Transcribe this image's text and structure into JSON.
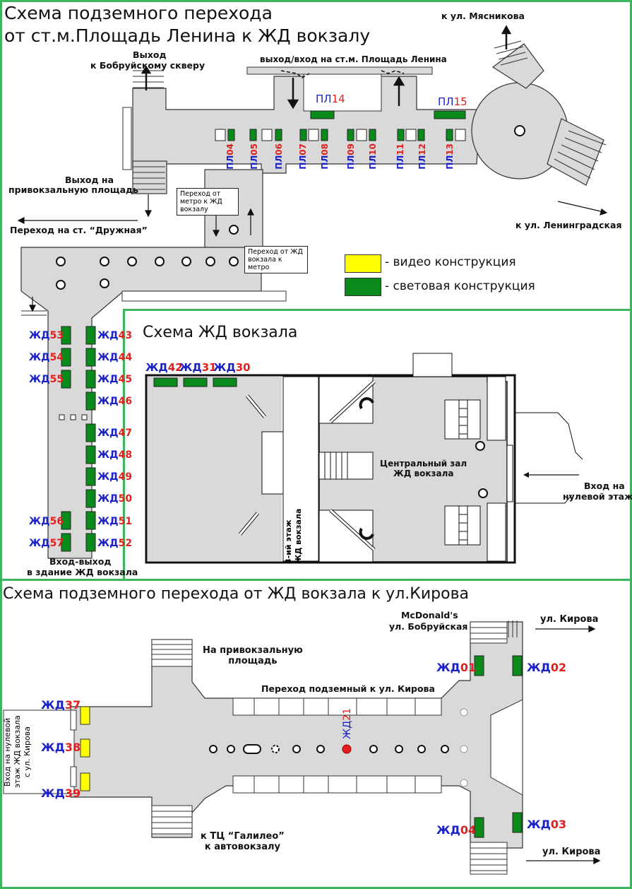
{
  "colors": {
    "video": "#ffff00",
    "light": "#0b8a1c",
    "floor": "#d9d9d9",
    "frame": "#3fb45f",
    "blue_code": "#1b22c8",
    "red_code": "#e0201d"
  },
  "section1": {
    "title_line1": "Схема подземного перехода",
    "title_line2": "от ст.м.Площадь Ленина к ЖД вокзалу",
    "labels": {
      "myasnikova": "к ул. Мясникова",
      "bobruisk_exit_1": "Выход",
      "bobruisk_exit_2": "к Бобруйскому скверу",
      "metro_exit": "выход/вход на ст.м. Площадь Ленина",
      "privokzal_1": "Выход на",
      "privokzal_2": "привокзальную площадь",
      "druzhnaya": "Переход на ст. “Дружная”",
      "leningradskaya": "к ул. Ленинградская",
      "to_station_box": "Переход от метро к ЖД вокзалу",
      "to_metro_box": "Переход от ЖД вокзала к метро",
      "entrance_1": "Вход-выход",
      "entrance_2": "в здание ЖД вокзала"
    },
    "pl_top": [
      {
        "prefix": "ПЛ",
        "num": "14"
      },
      {
        "prefix": "ПЛ",
        "num": "15"
      }
    ],
    "pl_row": [
      {
        "prefix": "ПЛ",
        "num": "04"
      },
      {
        "prefix": "ПЛ",
        "num": "05"
      },
      {
        "prefix": "ПЛ",
        "num": "06"
      },
      {
        "prefix": "ПЛ",
        "num": "07"
      },
      {
        "prefix": "ПЛ",
        "num": "08"
      },
      {
        "prefix": "ПЛ",
        "num": "09"
      },
      {
        "prefix": "ПЛ",
        "num": "10"
      },
      {
        "prefix": "ПЛ",
        "num": "11"
      },
      {
        "prefix": "ПЛ",
        "num": "12"
      },
      {
        "prefix": "ПЛ",
        "num": "13"
      }
    ],
    "zd_left": [
      {
        "prefix": "ЖД",
        "num": "53"
      },
      {
        "prefix": "ЖД",
        "num": "54"
      },
      {
        "prefix": "ЖД",
        "num": "55"
      },
      {
        "prefix": "ЖД",
        "num": "56"
      },
      {
        "prefix": "ЖД",
        "num": "57"
      }
    ],
    "zd_right": [
      {
        "prefix": "ЖД",
        "num": "43"
      },
      {
        "prefix": "ЖД",
        "num": "44"
      },
      {
        "prefix": "ЖД",
        "num": "45"
      },
      {
        "prefix": "ЖД",
        "num": "46"
      },
      {
        "prefix": "ЖД",
        "num": "47"
      },
      {
        "prefix": "ЖД",
        "num": "48"
      },
      {
        "prefix": "ЖД",
        "num": "49"
      },
      {
        "prefix": "ЖД",
        "num": "50"
      },
      {
        "prefix": "ЖД",
        "num": "51"
      },
      {
        "prefix": "ЖД",
        "num": "52"
      }
    ],
    "legend": {
      "video": "- видео конструкция",
      "light": "- световая конструкция"
    }
  },
  "section2": {
    "title": "Схема ЖД вокзала",
    "codes": [
      {
        "prefix": "ЖД",
        "num": "42"
      },
      {
        "prefix": "ЖД",
        "num": "31"
      },
      {
        "prefix": "ЖД",
        "num": "30"
      }
    ],
    "central_hall_1": "Центральный зал",
    "central_hall_2": "ЖД вокзала",
    "zero_floor_1": "Вход на",
    "zero_floor_2": "нулевой этаж",
    "third_floor_1": "3-ий этаж",
    "third_floor_2": "ЖД вокзала"
  },
  "section3": {
    "title": "Схема подземного перехода от ЖД вокзала к ул.Кирова",
    "labels": {
      "mcdonalds_1": "McDonald's",
      "mcdonalds_2": "ул. Бобруйская",
      "kirova_top": "ул. Кирова",
      "kirova_bottom": "ул. Кирова",
      "privokzal_1": "На привокзальную",
      "privokzal_2": "площадь",
      "tunnel": "Переход подземный к ул. Кирова",
      "galileo_1": "к ТЦ “Галилео”",
      "galileo_2": "к автовокзалу",
      "side_1": "Вход на нулевой",
      "side_2": "этаж ЖД вокзала",
      "side_3": "с ул. Кирова"
    },
    "codes": {
      "z01": {
        "prefix": "ЖД",
        "num": "01"
      },
      "z02": {
        "prefix": "ЖД",
        "num": "02"
      },
      "z03": {
        "prefix": "ЖД",
        "num": "03"
      },
      "z04": {
        "prefix": "ЖД",
        "num": "04"
      },
      "z21": {
        "prefix": "ЖД",
        "num": "21"
      },
      "z37": {
        "prefix": "ЖД",
        "num": "37"
      },
      "z38": {
        "prefix": "ЖД",
        "num": "38"
      },
      "z39": {
        "prefix": "ЖД",
        "num": "39"
      }
    }
  }
}
